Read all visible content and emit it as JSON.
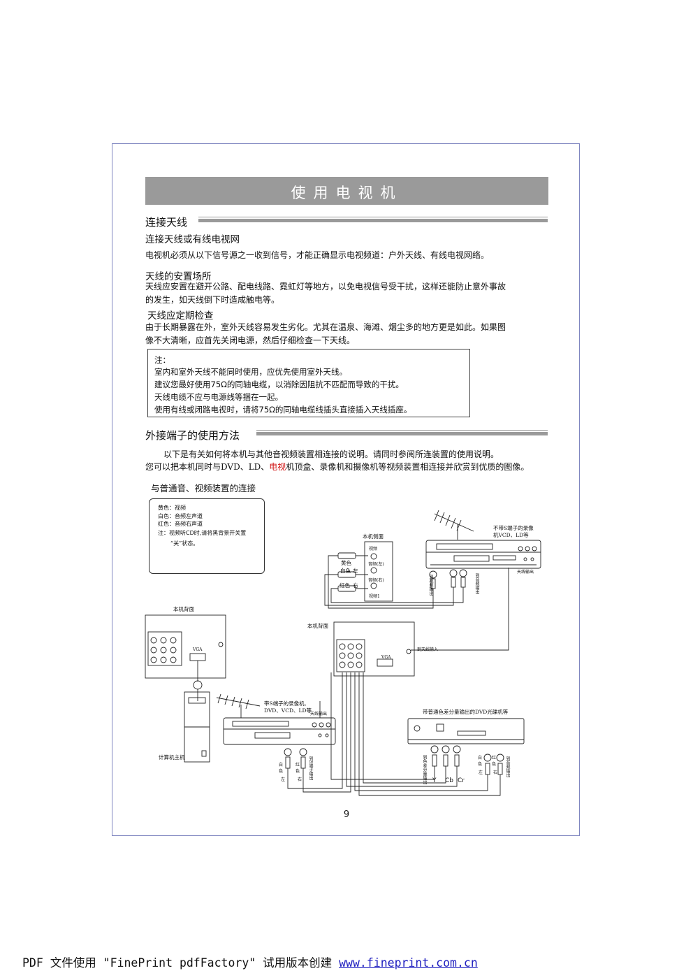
{
  "page_title": "使用电视机",
  "antenna": {
    "heading": "连接天线",
    "sub1": "连接天线或有线电视网",
    "p1": "电视机必须从以下信号源之一收到信号，才能正确显示电视频道：户外天线、有线电视网络。",
    "sub2": "天线的安置场所",
    "p2a": "天线应安置在避开公路、配电线路、霓虹灯等地方，以免电视信号受干扰，这样还能防止意外事故",
    "p2b": "的发生，如天线倒下时造成触电等。",
    "sub3": "天线应定期检查",
    "p3a": "由于长期暴露在外，室外天线容易发生劣化。尤其在温泉、海滩、烟尘多的地方更是如此。如果图",
    "p3b": "像不大清晰，应首先关闭电源，然后仔细检查一下天线。"
  },
  "note": {
    "title": "注：",
    "lines": [
      "室内和室外天线不能同时使用，应优先使用室外天线。",
      "建议您最好使用75Ω的同轴电缆，以消除因阻抗不匹配而导致的干扰。",
      "天线电缆不应与电源线等捆在一起。",
      "使用有线或闭路电视时，请将75Ω的同轴电缆线插头直接插入天线插座。"
    ]
  },
  "terminals": {
    "heading": "外接端子的使用方法",
    "p1": "以下是有关如何将本机与其他音视频装置相连接的说明。请同时参阅所连装置的使用说明。",
    "p2_pre": "您可以把本机同时与DVD、LD、",
    "p2_red": "电视",
    "p2_post": "机顶盒、录像机和摄像机等视频装置相连接并欣赏到优质的图像。",
    "sub": "与普通音、视频装置的连接"
  },
  "legend": {
    "lines": [
      "黄色：视频",
      "白色：音频左声道",
      "红色：音频右声道",
      "注：视频听CD时,请将黑背景开关置"
    ],
    "line5": "“关”状态。"
  },
  "diagram": {
    "side_label": "本机侧面",
    "side_jacks": [
      "视频",
      "音频(左)",
      "音频(右)",
      "视频1"
    ],
    "cable_yellow": "黄色",
    "cable_white": "白色",
    "cable_red": "红色",
    "left_mark": "左",
    "right_mark": "右",
    "vcr_top_label_1": "不带S端子的录像",
    "vcr_top_label_2": "机VCD、LD等",
    "antenna_out": "天线输出",
    "rear_label": "本机背面",
    "rear_label_left": "本机背面",
    "vga_label": "VGA",
    "antenna_in": "到天线输入",
    "computer_label": "计算机主机",
    "s_vcr_label_1": "带S端子的录像机、",
    "s_vcr_label_2": "DVD、VCD、LD等",
    "dvd_label": "带普通色差分量输出的DVD光碟机等",
    "comp_y": "Y",
    "comp_cb": "Cb",
    "comp_cr": "Cr",
    "white_short": "白色",
    "red_short": "红色",
    "to_video_out": "到视频输出",
    "to_audio_out": "到音频输出",
    "to_s_out": "到S端子输出",
    "to_comp_out": "到色差分量输出"
  },
  "page_number": "9",
  "footer": {
    "text": "PDF 文件使用 \"FinePrint pdfFactory\" 试用版本创建 ",
    "link": "www.fineprint.com.cn"
  }
}
